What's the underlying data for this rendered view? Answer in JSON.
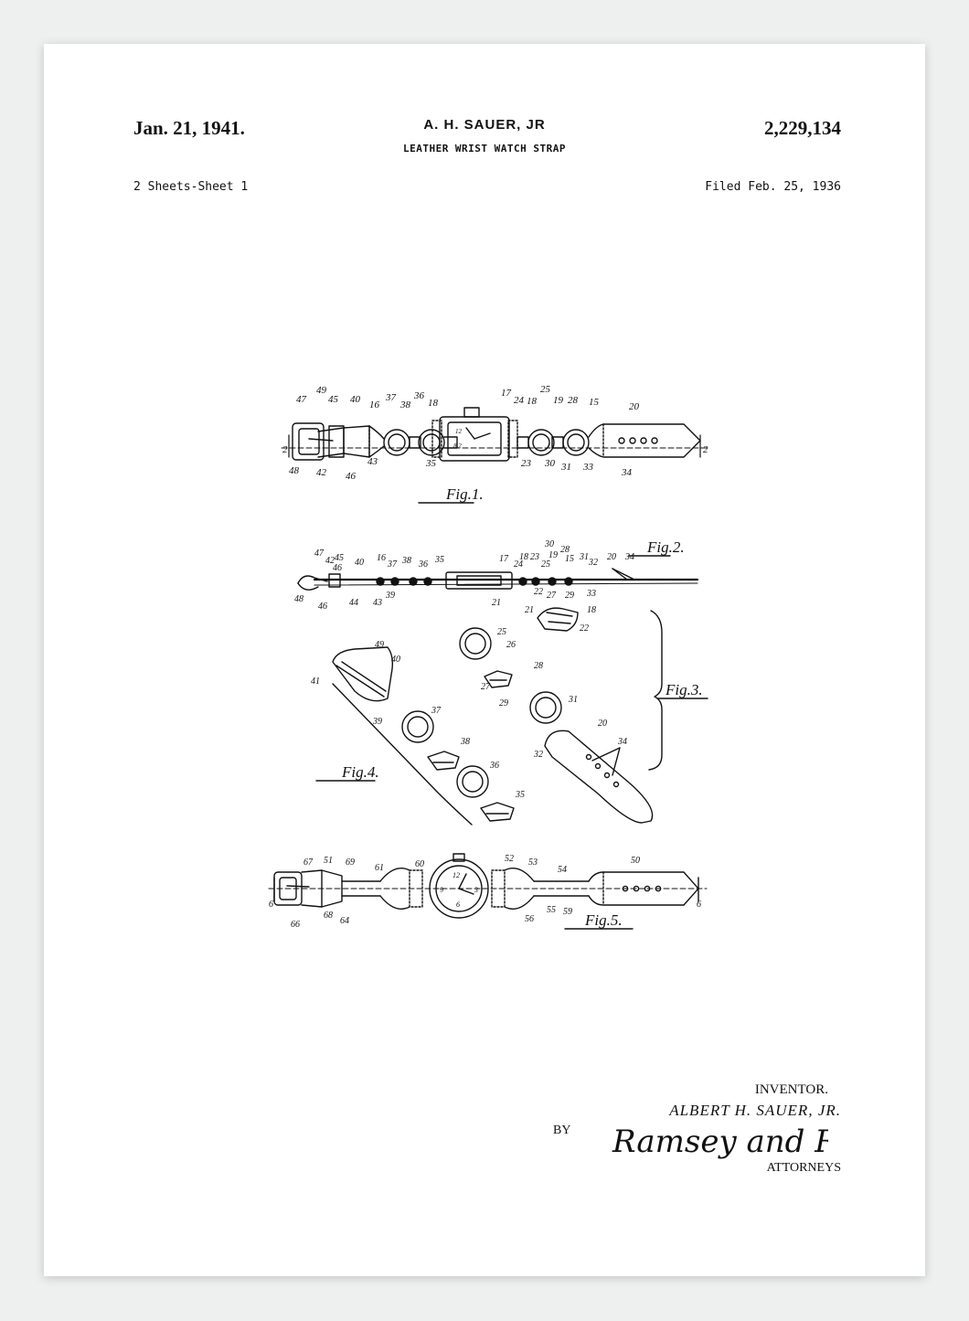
{
  "header": {
    "date": "Jan. 21, 1941.",
    "inventor": "A. H. SAUER, JR",
    "patent_number": "2,229,134",
    "title": "LEATHER WRIST WATCH STRAP",
    "sheets": "2 Sheets-Sheet 1",
    "filed": "Filed Feb. 25, 1936"
  },
  "figures": {
    "fig1": "Fig.1.",
    "fig2": "Fig.2.",
    "fig3": "Fig.3.",
    "fig4": "Fig.4.",
    "fig5": "Fig.5."
  },
  "section_marks": {
    "s2": "2",
    "s6": "6"
  },
  "ref_numerals": {
    "fig1": [
      "47",
      "49",
      "45",
      "40",
      "16",
      "37",
      "38",
      "36",
      "18",
      "17",
      "24",
      "18",
      "25",
      "19",
      "28",
      "15",
      "20",
      "48",
      "42",
      "46",
      "43",
      "35",
      "23",
      "30",
      "31",
      "33",
      "34"
    ],
    "fig2": [
      "47",
      "42",
      "45",
      "46",
      "40",
      "16",
      "37",
      "38",
      "36",
      "35",
      "17",
      "24",
      "18",
      "23",
      "25",
      "19",
      "30",
      "28",
      "15",
      "31",
      "32",
      "20",
      "34",
      "48",
      "46",
      "44",
      "43",
      "39",
      "21",
      "22",
      "27",
      "29",
      "33"
    ],
    "fig3": [
      "25",
      "26",
      "21",
      "18",
      "22",
      "28",
      "27",
      "29",
      "31",
      "20",
      "34",
      "32"
    ],
    "fig4": [
      "49",
      "40",
      "41",
      "39",
      "37",
      "38",
      "36",
      "35"
    ],
    "fig5": [
      "67",
      "51",
      "69",
      "61",
      "60",
      "52",
      "53",
      "54",
      "50",
      "66",
      "68",
      "64",
      "56",
      "55",
      "59"
    ]
  },
  "footer": {
    "inventor_label": "INVENTOR.",
    "inventor_full": "ALBERT H. SAUER, JR.",
    "by": "BY",
    "signature": "Ramsey and Rave",
    "attorneys": "ATTORNEYS"
  }
}
